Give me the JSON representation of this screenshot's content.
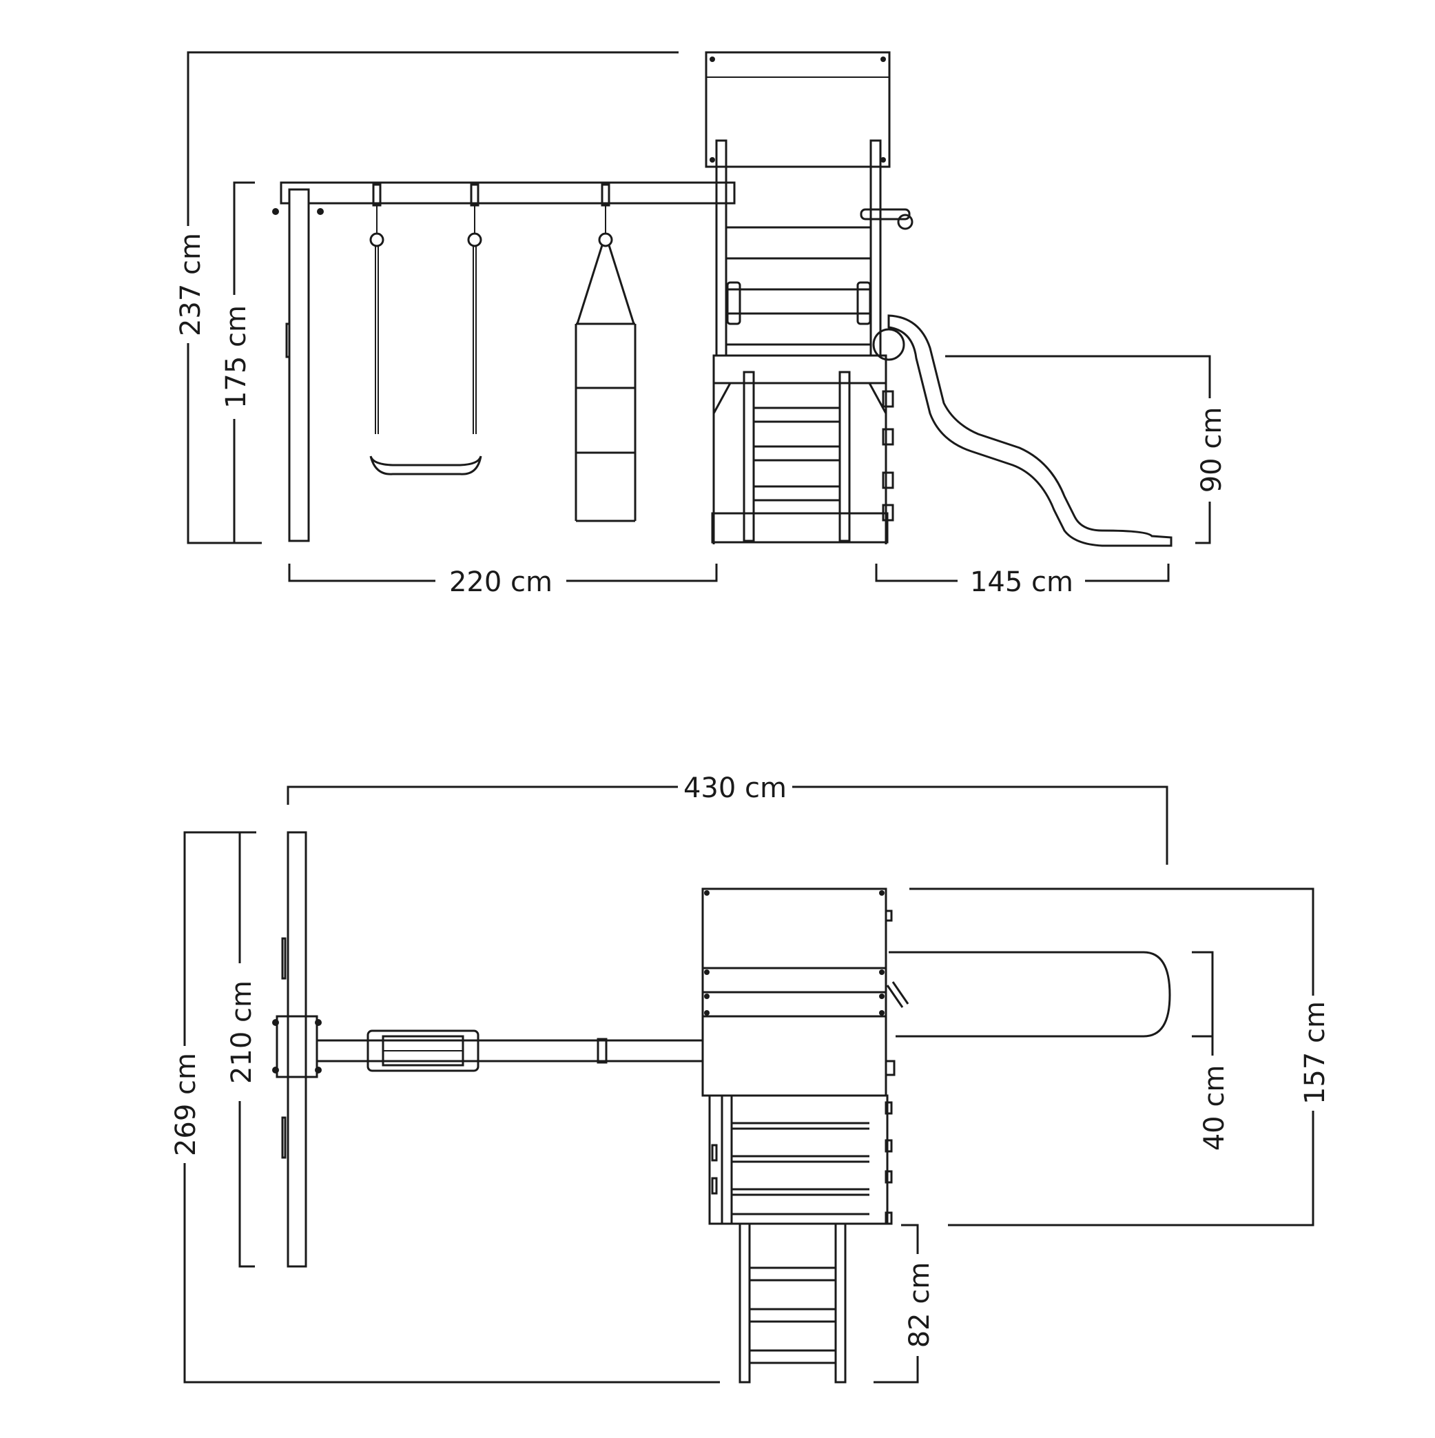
{
  "front_view": {
    "dimensions": {
      "overall_height": "237 cm",
      "swing_beam_height": "175 cm",
      "swing_frame_width": "220 cm",
      "slide_projection": "145 cm",
      "slide_height": "90 cm"
    }
  },
  "top_view": {
    "dimensions": {
      "overall_length": "430 cm",
      "overall_depth": "269 cm",
      "swing_frame_depth": "210 cm",
      "slide_width": "40 cm",
      "tower_depth_with_slide": "157 cm",
      "ladder_projection": "82 cm"
    }
  },
  "colors": {
    "line": "#1a1a1a",
    "background": "#ffffff"
  }
}
